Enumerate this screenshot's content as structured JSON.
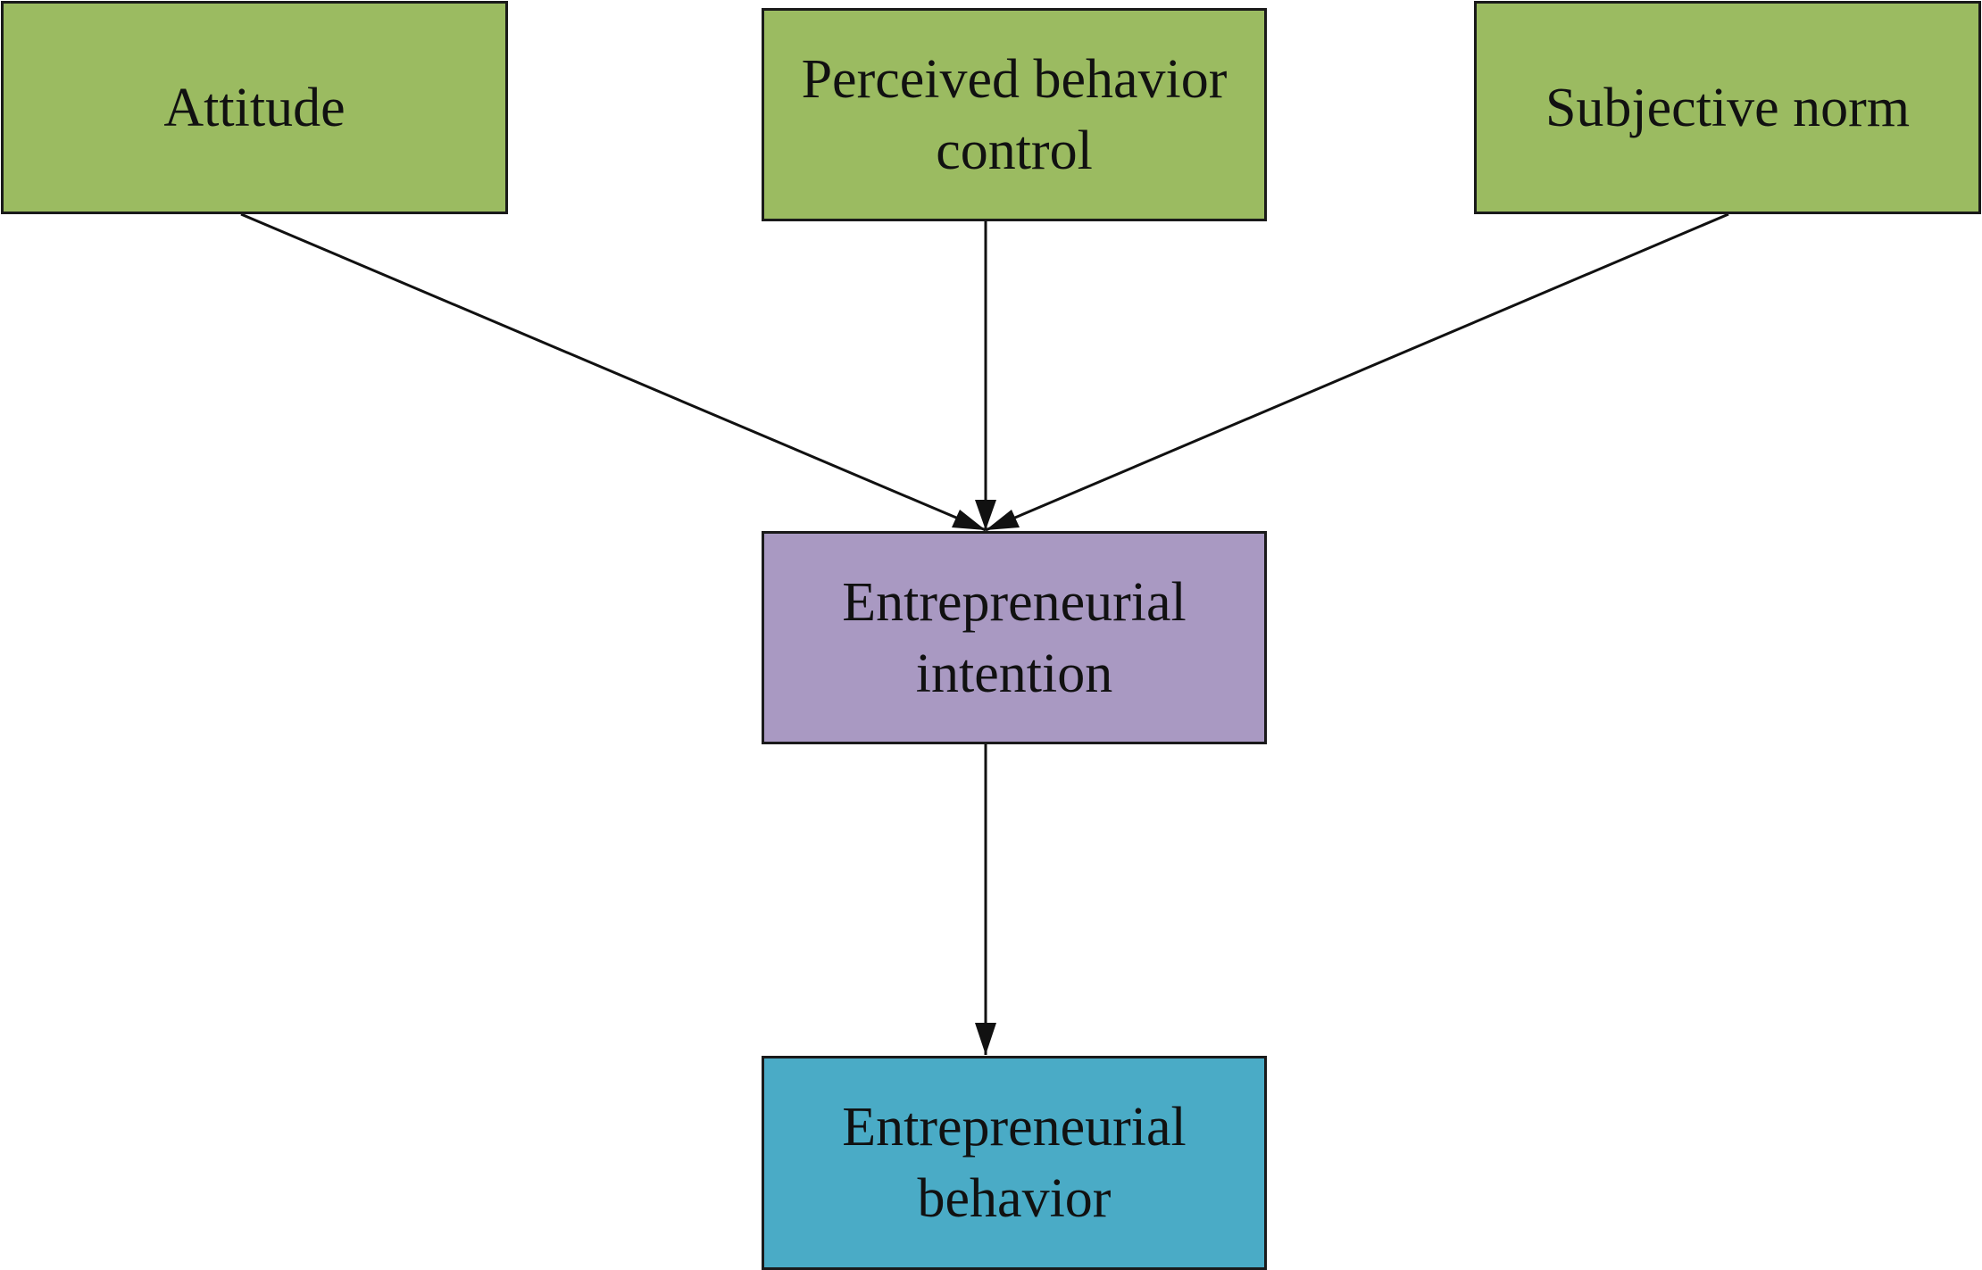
{
  "colors": {
    "antecedent_fill": "#9bbb61",
    "intention_fill": "#a999c2",
    "behavior_fill": "#4aabc6",
    "edge": "#111111"
  },
  "nodes": {
    "attitude": "Attitude",
    "perceived_behavior_control": "Perceived behavior control",
    "subjective_norm": "Subjective norm",
    "entrepreneurial_intention": "Entrepreneurial intention",
    "entrepreneurial_behavior": "Entrepreneurial behavior"
  },
  "edges": [
    {
      "from": "attitude",
      "to": "entrepreneurial_intention"
    },
    {
      "from": "perceived_behavior_control",
      "to": "entrepreneurial_intention"
    },
    {
      "from": "subjective_norm",
      "to": "entrepreneurial_intention"
    },
    {
      "from": "entrepreneurial_intention",
      "to": "entrepreneurial_behavior"
    }
  ]
}
